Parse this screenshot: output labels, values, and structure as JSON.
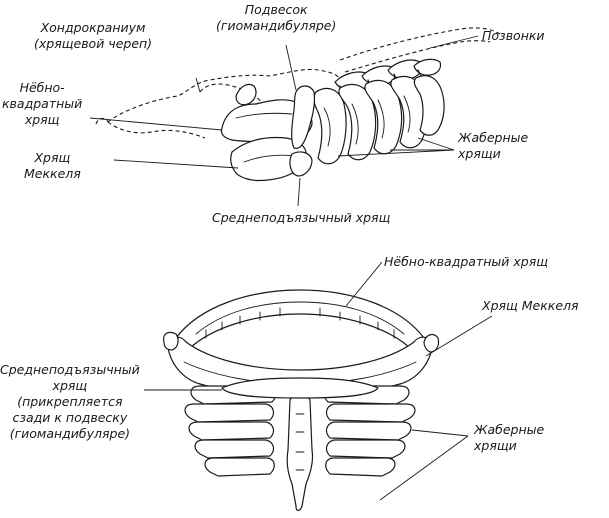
{
  "top_labels": {
    "chondrocranium": [
      "Хондрокраниум",
      "(хрящевой череп)"
    ],
    "suspensorium": [
      "Подвесок",
      "(гиомандибуляре)"
    ],
    "vertebrae": "Позвонки",
    "palatoquadrate": [
      "Нёбно-",
      "квадратный",
      "хрящ"
    ],
    "meckel": [
      "Хрящ",
      "Меккеля"
    ],
    "gill_arches": [
      "Жаберные",
      "хрящи"
    ],
    "hyoid": "Среднеподъязычный хрящ"
  },
  "bottom_labels": {
    "palatoquadrate": "Нёбно-квадратный хрящ",
    "meckel": "Хрящ Меккеля",
    "hyoid": [
      "Среднеподъязычный",
      "хрящ",
      "(прикрепляется",
      "сзади к подвеску",
      "(гиомандибуляре)"
    ],
    "gill_arches": [
      "Жаберные",
      "хрящи"
    ]
  }
}
